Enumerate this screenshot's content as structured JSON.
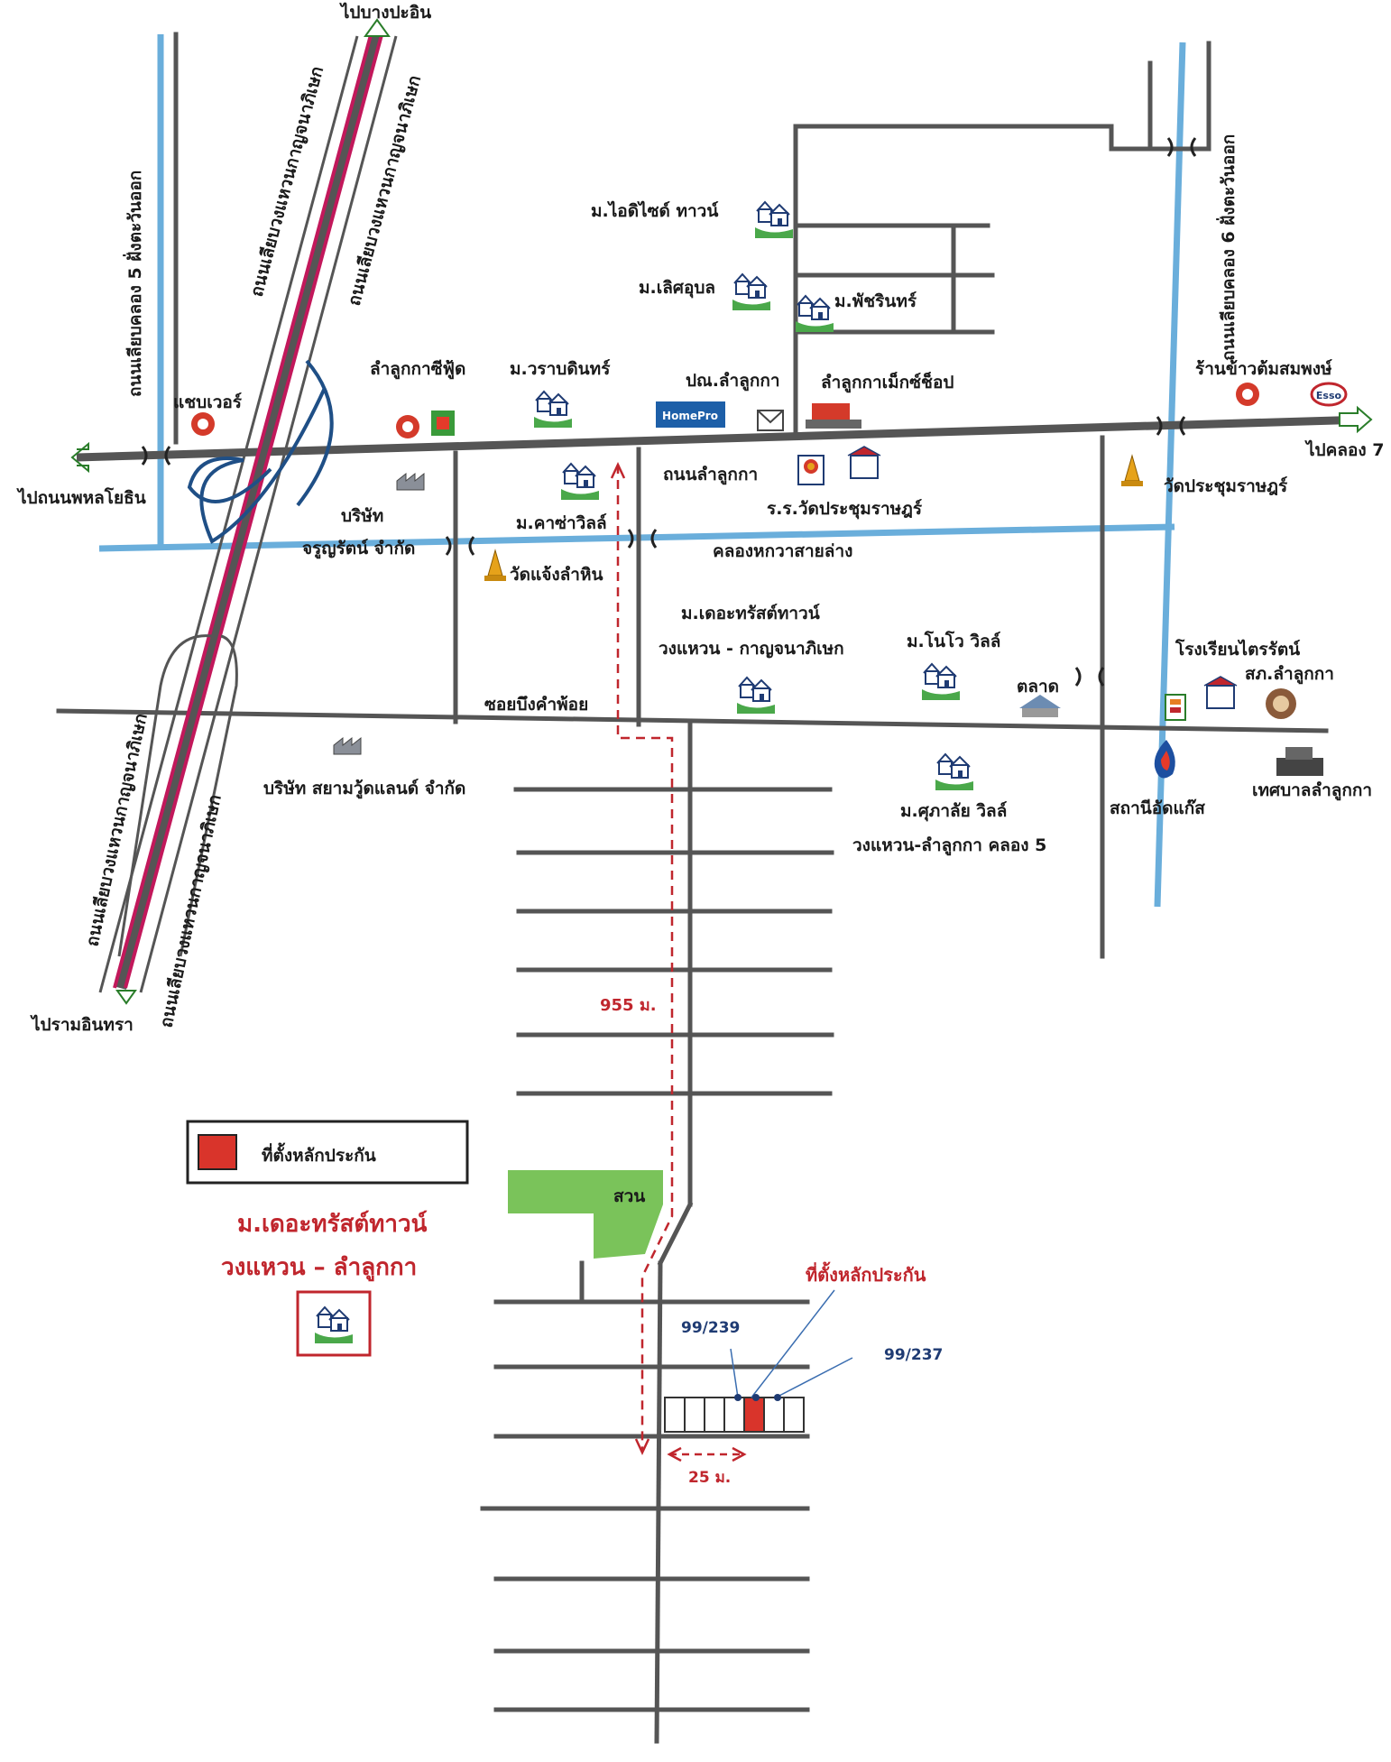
{
  "labels": {
    "to_bang_pa_in": "ไปบางปะอิน",
    "to_phahon": "ไปถนนพหลโยธิน",
    "to_ram_inthra": "ไปรามอินทรา",
    "to_khlong7": "ไปคลอง 7",
    "kanchana_ring_top_left": "ถนนเลียบวงแหวนกาญจนาภิเษก",
    "kanchana_ring_top_right": "ถนนเลียบวงแหวนกาญจนาภิเษก",
    "kanchana_ring_bottom_left": "ถนนเลียบวงแหวนกาญจนาภิเษก",
    "kanchana_ring_bottom_right": "ถนนเลียบวงแหวนกาญจนาภิเษก",
    "khlong5_road": "ถนนเลียบคลอง 5 ฝั่งตะวันออก",
    "khlong6_road": "ถนนเลียบคลอง 6 ฝั่งตะวันออก",
    "idee_town": "ม.ไอดิไซด์ ทาวน์",
    "lert_ubon": "ม.เลิศอุบล",
    "patcharin": "ม.พัชรินทร์",
    "chabwer": "แชบเวอร์",
    "lamlukka_seafood": "ลำลูกกาซีฟู้ด",
    "warabodin": "ม.วราบดินทร์",
    "post_office": "ปณ.ลำลูกกา",
    "lamlukka_makro": "ลำลูกกาเม็กซ์ช็อป",
    "khao_tom_shop": "ร้านข้าวต้มสมพงษ์",
    "lamlukka_road": "ถนนลำลูกกา",
    "wat_prachum_school": "ร.ร.วัดประชุมราษฎร์",
    "wat_prachum": "วัดประชุมราษฎร์",
    "company_name": "บริษัท",
    "company_jaroon": "จรูญรัตน์ จำกัด",
    "casa_ville": "ม.คาซ่าวิลล์",
    "wat_chaeng": "วัดแจ้งลำหิน",
    "canal_hok_wa": "คลองหกวาสายล่าง",
    "the_trust_1": "ม.เดอะทรัสต์ทาวน์",
    "the_trust_2": "วงแหวน - กาญจนาภิเษก",
    "novo_ville": "ม.โนโว วิลล์",
    "market": "ตลาด",
    "trirat_school": "โรงเรียนไตรรัตน์",
    "police": "สภ.ลำลูกกา",
    "soi_bueng": "ซอยบึงคำพ้อย",
    "siam_wood": "บริษัท สยามวู้ดแลนด์ จำกัด",
    "gas_station": "สถานีอัดแก๊ส",
    "municipality": "เทศบาลลำลูกกา",
    "supalai_1": "ม.ศุภาลัย วิลล์",
    "supalai_2": "วงแหวน-ลำลูกกา คลอง 5",
    "distance_955": "955 ม.",
    "legend_title": "ที่ตั้งหลักประกัน",
    "project_name_1": "ม.เดอะทรัสต์ทาวน์",
    "project_name_2": "วงแหวน – ลำลูกกา",
    "park": "สวน",
    "collateral_label": "ที่ตั้งหลักประกัน",
    "plot_a": "99/239",
    "plot_b": "99/237",
    "distance_25": "25 ม.",
    "homepro": "HomePro",
    "esso": "Esso"
  },
  "colors": {
    "road": "#555555",
    "canal": "#6aaedb",
    "expressway": "#c2185b",
    "route_dash": "#c0262d",
    "collateral": "#d9342b",
    "park": "#7ac35a"
  }
}
